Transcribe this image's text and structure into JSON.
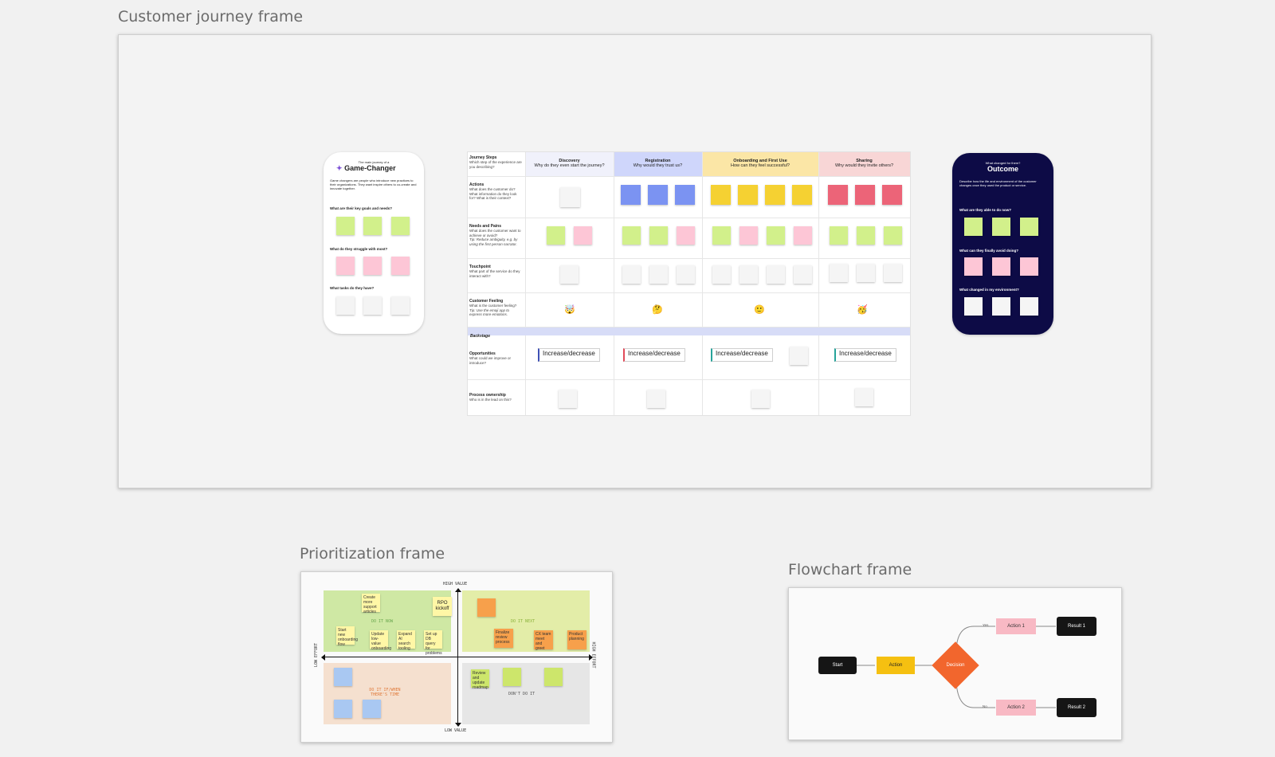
{
  "frames": {
    "journey_title": "Customer journey frame",
    "prioritization_title": "Prioritization frame",
    "flowchart_title": "Flowchart frame"
  },
  "persona": {
    "subtitle": "The main journey of a",
    "title": "Game-Changer",
    "description": "Game changers are people who introduce new practices to their organizations. They want inspire others to co-create and innovate together.",
    "q1": "What are their key goals and needs?",
    "q2": "What do they struggle with most?",
    "q3": "What tasks do they have?"
  },
  "outcome": {
    "subtitle": "What changed for them?",
    "title": "Outcome",
    "description": "Describe how the life and environment of the customer changes once they used the product or service.",
    "q1": "What are they able to do now?",
    "q2": "What can they finally avoid doing?",
    "q3": "What changed in my environment?"
  },
  "journey_table": {
    "steps_label": "Journey Steps",
    "steps_desc": "Which step of the experience are you describing?",
    "columns": [
      {
        "title": "Discovery",
        "sub": "Why do they even start the journey?"
      },
      {
        "title": "Registration",
        "sub": "Why would they trust us?"
      },
      {
        "title": "Onboarding and First Use",
        "sub": "How can they feel successful?"
      },
      {
        "title": "Sharing",
        "sub": "Why would they invite others?"
      }
    ],
    "rows": {
      "actions": {
        "title": "Actions",
        "desc": "What does the customer do? What information do they look for? What is their context?"
      },
      "needs": {
        "title": "Needs and Pains",
        "desc": "What does the customer want to achieve or avoid?",
        "tip": "Tip: Reduce ambiguity, e.g. by using the first person narrator."
      },
      "touchpoint": {
        "title": "Touchpoint",
        "desc": "What part of the service do they interact with?"
      },
      "feeling": {
        "title": "Customer Feeling",
        "desc": "What is the customer feeling?",
        "tip": "Tip: Use the emoji app to express more emotions."
      },
      "backstage": {
        "title": "Backstage"
      },
      "opportunities": {
        "title": "Opportunities",
        "desc": "What could we improve or introduce?"
      },
      "ownership": {
        "title": "Process ownership",
        "desc": "Who is in the lead on this?"
      }
    },
    "emojis": [
      "🤯",
      "🤔",
      "🙂",
      "🥳"
    ],
    "opportunity_label": "Increase/decrease"
  },
  "prioritization": {
    "high_value": "HIGH VALUE",
    "low_value": "LOW VALUE",
    "low_effort": "LOW EFFORT",
    "high_effort": "HIGH EFFORT",
    "q_do_now": "DO IT NOW",
    "q_do_next": "DO IT NEXT",
    "q_if_time": "DO IT IF/WHEN THERE'S TIME",
    "q_dont": "DON'T DO IT",
    "stickies": {
      "a": "Create more support articles",
      "b": "RPO kickoff",
      "c": "Start new onboarding flow",
      "d": "Update low-value onboarding",
      "e": "Expand AI search tooling",
      "f": "Set up DB query for problems",
      "g": "Finalize review process",
      "h": "CX team meet and greet",
      "i": "Product planning",
      "j": "Review and update roadmap"
    }
  },
  "flowchart": {
    "start": "Start",
    "action": "Action",
    "decision": "Decision",
    "action1": "Action 1",
    "action2": "Action 2",
    "result1": "Result 1",
    "result2": "Result 2",
    "yes": "Yes",
    "no": "No"
  }
}
